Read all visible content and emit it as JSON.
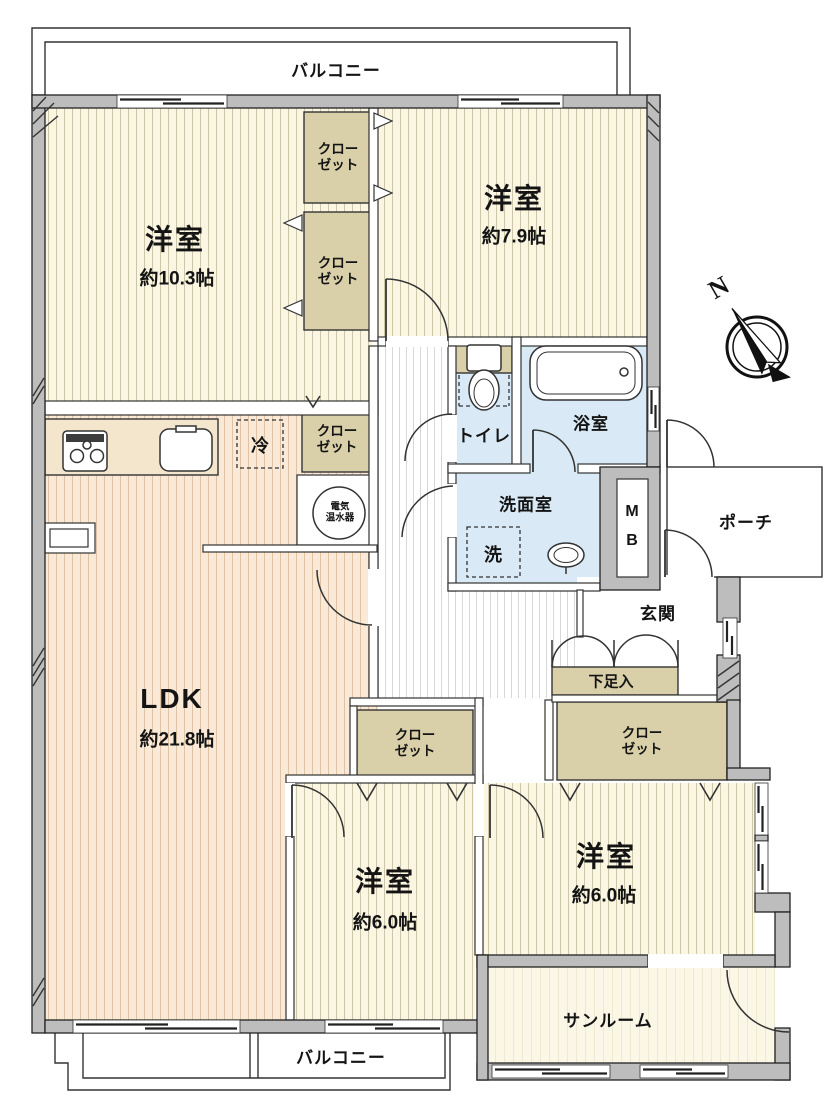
{
  "rooms": {
    "bedroom_top_left": {
      "name": "洋室",
      "size": "約10.3帖"
    },
    "bedroom_top_right": {
      "name": "洋室",
      "size": "約7.9帖"
    },
    "ldk": {
      "name": "LDK",
      "size": "約21.8帖"
    },
    "bedroom_bottom_middle": {
      "name": "洋室",
      "size": "約6.0帖"
    },
    "bedroom_bottom_right": {
      "name": "洋室",
      "size": "約6.0帖"
    },
    "sunroom": {
      "name": "サンルーム"
    },
    "entrance": {
      "name": "玄関"
    },
    "porch": {
      "name": "ポーチ"
    },
    "toilet": {
      "name": "トイレ"
    },
    "bathroom": {
      "name": "浴室"
    },
    "washroom": {
      "name": "洗面室"
    }
  },
  "labels": {
    "balcony_top": "バルコニー",
    "balcony_bottom": "バルコニー",
    "closet_line1": "クロー",
    "closet_line2": "ゼット",
    "shoe_cabinet": "下足入",
    "laundry": "洗",
    "refrigerator": "冷",
    "water_heater_line1": "電気",
    "water_heater_line2": "温水器",
    "meter_box_line1": "M",
    "meter_box_line2": "B"
  },
  "compass": {
    "north_label": "N"
  },
  "colors": {
    "wall": "#bdbdbd",
    "wet": "#d9eaf6",
    "closet": "#d9cfa8",
    "cream": "#faf6e2",
    "peach": "#fae9d6",
    "sun": "#fbf7e6",
    "counter": "#f3e6cd"
  }
}
